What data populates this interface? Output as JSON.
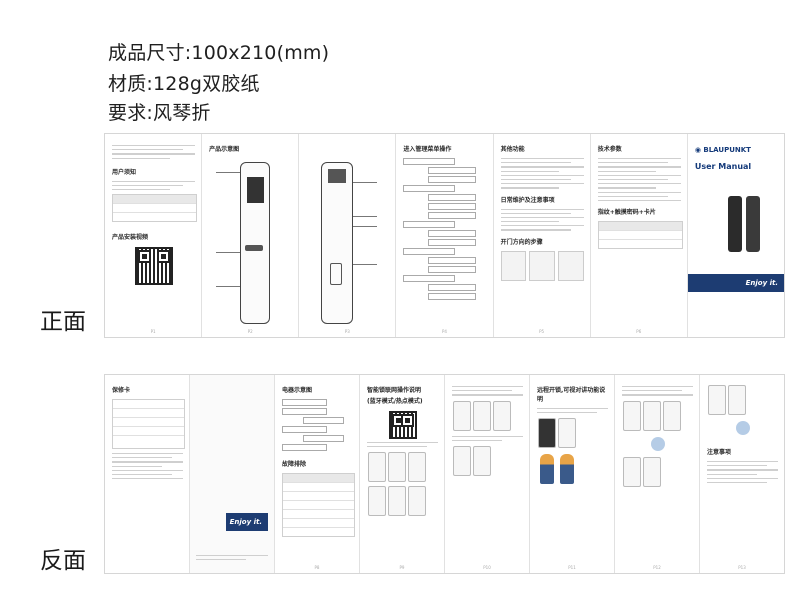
{
  "spec": {
    "size_line": "成品尺寸:100x210(mm)",
    "material_line": "材质:128g双胶纸",
    "requirement_line": "要求:风琴折"
  },
  "labels": {
    "front": "正面",
    "back": "反面"
  },
  "front_panels": [
    {
      "title_a": "用户须知",
      "title_b": "产品安装视频",
      "page": "P1"
    },
    {
      "title": "产品示意图",
      "page": "P2"
    },
    {
      "title": "",
      "page": "P3"
    },
    {
      "title": "进入管理菜单操作",
      "page": "P4"
    },
    {
      "title_a": "其他功能",
      "title_b": "日常维护及注意事项",
      "title_c": "开门方向的步骤",
      "page": "P5"
    },
    {
      "title": "技术参数",
      "subtitle": "指纹+触摸密码+卡片",
      "page": "P6"
    },
    {
      "brand": "BLAUPUNKT",
      "title": "User Manual",
      "cta": "Enjoy it.",
      "page": ""
    }
  ],
  "back_panels": [
    {
      "title": "保修卡",
      "cta": "Enjoy it.",
      "page": ""
    },
    {
      "title": "电器示意图",
      "title_b": "故障排除",
      "page": "P8"
    },
    {
      "title": "智能锁联网操作说明",
      "subtitle": "(蓝牙模式/热点模式)",
      "page": "P9"
    },
    {
      "title": "",
      "page": "P10"
    },
    {
      "title": "远程开锁,可视对讲功能说明",
      "page": "P11"
    },
    {
      "title": "",
      "page": "P12"
    },
    {
      "title": "注意事项",
      "page": "P13"
    }
  ],
  "colors": {
    "brand_navy": "#1d3c72",
    "sheet_border": "#d6d6d6"
  }
}
